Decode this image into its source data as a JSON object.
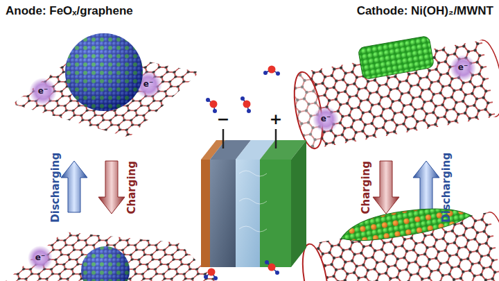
{
  "diagram": {
    "labels": [
      "Anode: FeOₓ/graphene",
      "Cathode: Ni(OH)₂/MWNT",
      "e⁻",
      "e⁻",
      "e⁻",
      "e⁻",
      "−",
      "+",
      "Discharging",
      "Charging",
      "Charging",
      "Discharging",
      "e⁻"
    ]
  }
}
